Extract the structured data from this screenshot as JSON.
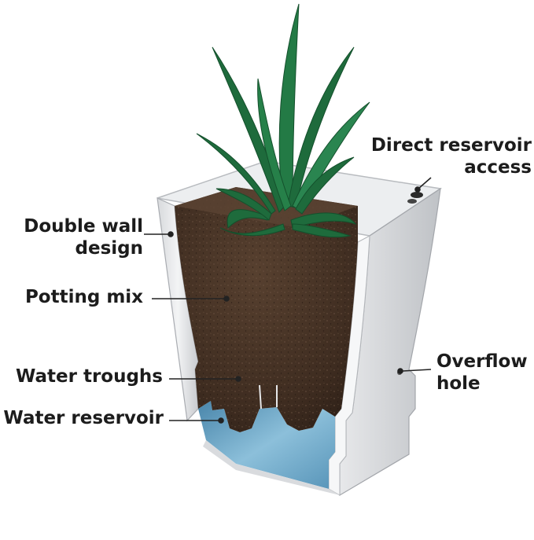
{
  "labels": {
    "direct_reservoir_access": [
      "Direct reservoir",
      "access"
    ],
    "double_wall_design": [
      "Double wall",
      "design"
    ],
    "potting_mix": "Potting mix",
    "overflow_hole": [
      "Overflow",
      "hole"
    ],
    "water_troughs": "Water troughs",
    "water_reservoir": "Water reservoir"
  },
  "colors": {
    "plant": "#1e6b3c",
    "plant_highlight": "#2f8a52",
    "soil": "#4a3426",
    "soil_dark": "#2f2019",
    "planter_wall": "#e9eaec",
    "planter_shadow": "#c7c9cd",
    "water": "#6fa6c6",
    "leader_line": "#222222",
    "label_text": "#1c1c1c"
  }
}
